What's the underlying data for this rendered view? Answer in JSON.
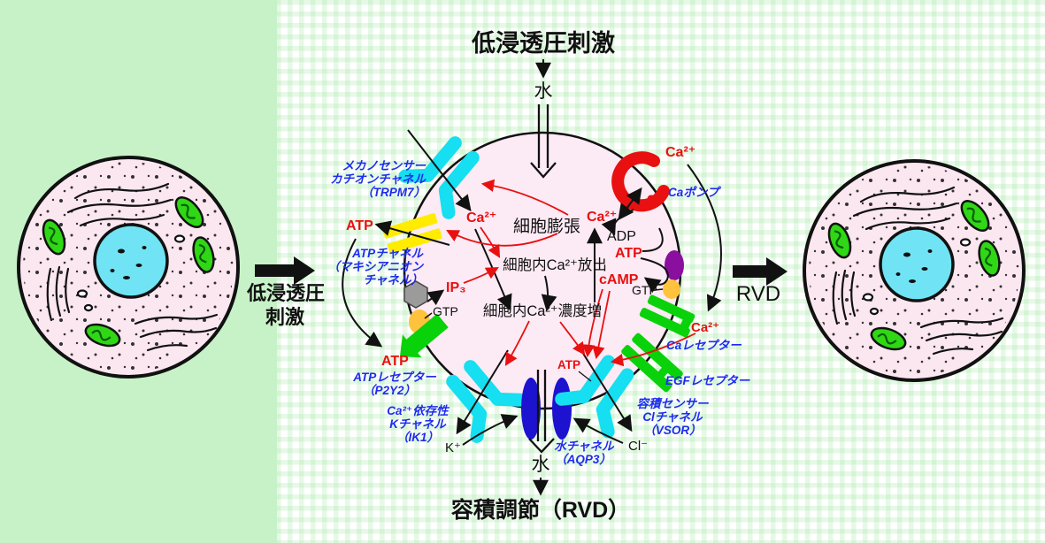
{
  "title": "低浸透圧刺激",
  "bottom_title": "容積調節（RVD）",
  "left_arrow": {
    "line1": "低浸透圧",
    "line2": "刺激"
  },
  "right_arrow_label": "RVD",
  "process": {
    "swelling": "細胞膨張",
    "ca_release": "細胞内Ca²⁺放出",
    "ca_increase": "細胞内Ca²⁺濃度増"
  },
  "molecules": {
    "water": "水",
    "ca": "Ca²⁺",
    "atp": "ATP",
    "adp": "ADP",
    "camp": "cAMP",
    "gtp": "GTP",
    "ip3": "IP₃",
    "k": "K⁺",
    "cl": "Cl⁻"
  },
  "components": {
    "mechanosensor": [
      "メカノセンサー",
      "カチオンチャネル",
      "（TRPM7）"
    ],
    "atp_channel": [
      "ATPチャネル",
      "（マキシアニオン",
      "チャネル）"
    ],
    "atp_receptor": [
      "ATPレセプター",
      "（P2Y2）"
    ],
    "k_channel": [
      "Ca²⁺依存性",
      "Kチャネル",
      "（IK1）"
    ],
    "water_channel": [
      "水チャネル",
      "（AQP3）"
    ],
    "cl_channel": [
      "容積センサー",
      "Clチャネル",
      "（VSOR）"
    ],
    "ca_pump": "Caポンプ",
    "ca_receptor": "Caレセプター",
    "egf_receptor": "EGFレセプター"
  },
  "colors": {
    "left_background": "#c7f2c7",
    "grid_line": "#e2f8e2",
    "cell_fill": "#fbe7f0",
    "nucleus": "#70e4f4",
    "mitochondria": "#2fd714",
    "channel_cyan": "#15dff0",
    "maxi_anion_yellow": "#ffec00",
    "receptor_green": "#0ad20a",
    "pump_red": "#e81010",
    "aquaporin_navy": "#1d12cf",
    "label_blue": "#1e2cf0",
    "accent_red": "#e81010",
    "ink": "#111111"
  }
}
